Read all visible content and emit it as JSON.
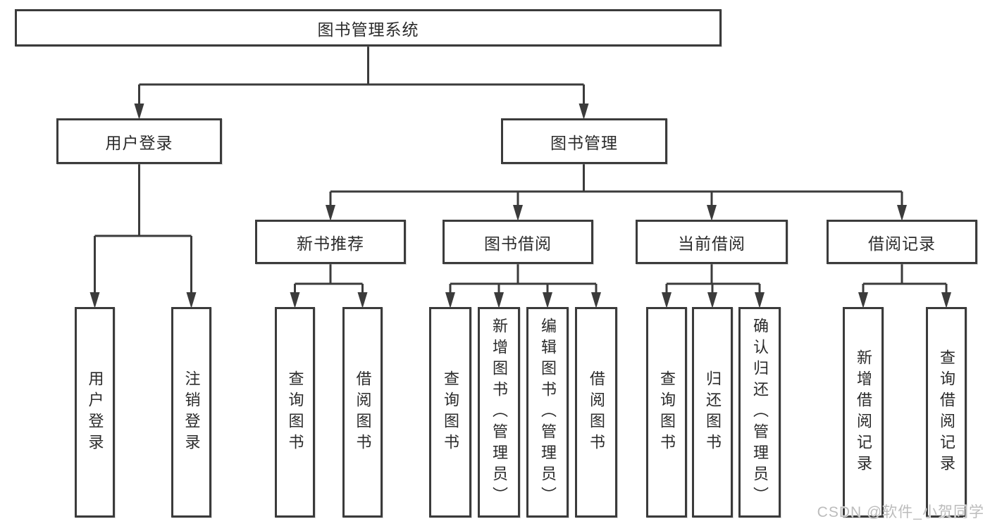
{
  "tree": {
    "root": {
      "label": "图书管理系统"
    },
    "user_login": {
      "label": "用户登录",
      "children": {
        "login": {
          "label": "用户登录"
        },
        "logout": {
          "label": "注销登录"
        }
      }
    },
    "book_mgmt": {
      "label": "图书管理",
      "children": {
        "new_books": {
          "label": "新书推荐",
          "children": {
            "query": {
              "label": "查询图书"
            },
            "borrow": {
              "label": "借阅图书"
            }
          }
        },
        "book_borrow": {
          "label": "图书借阅",
          "children": {
            "query": {
              "label": "查询图书"
            },
            "add": {
              "label": "新增图书（管理员）"
            },
            "edit": {
              "label": "编辑图书（管理员）"
            },
            "borrow": {
              "label": "借阅图书"
            }
          }
        },
        "current_borrow": {
          "label": "当前借阅",
          "children": {
            "query": {
              "label": "查询图书"
            },
            "return": {
              "label": "归还图书"
            },
            "confirm_return": {
              "label": "确认归还（管理员）"
            }
          }
        },
        "borrow_records": {
          "label": "借阅记录",
          "children": {
            "add_record": {
              "label": "新增借阅记录"
            },
            "query_record": {
              "label": "查询借阅记录"
            }
          }
        }
      }
    }
  },
  "watermark": {
    "text": "CSDN @软件_小贺同学"
  },
  "colors": {
    "line": "#3b3b3b",
    "text": "#2b2b2b",
    "watermark": "#bcbcbc",
    "background": "#ffffff"
  }
}
